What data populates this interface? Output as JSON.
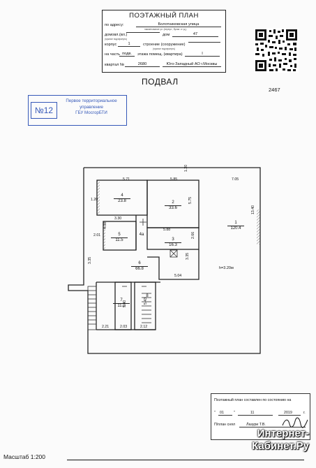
{
  "header": {
    "title": "ПОЭТАЖНЫЙ ПЛАН",
    "address_label": "по адресу:",
    "address_value": "Болотниковская улица",
    "address_note": "наименование ул. (переул., бульв. и т.д.)",
    "house_label": "домовл.(вл.)",
    "house_note": "(нужное подчеркнуть)",
    "dom_label": "дом",
    "dom_value": "47",
    "korpus_label": "корпус",
    "korpus_value": "1",
    "stroenie_label": "строение (сооружение)",
    "stroenie_note": "(нужное подчеркнуть)",
    "part_label": "на часть",
    "part_value": "подв.",
    "floor_label": "этажа помещ. (квартира)",
    "floor_value": "I",
    "kvartal_label": "квартал №",
    "kvartal_value": "2680",
    "district_value": "Юго-Западный АО г.Москвы"
  },
  "floor_name": "ПОДВАЛ",
  "sheet_number": "2467",
  "stamp": {
    "number": "№12",
    "line1": "Первое территориальное",
    "line2": "управление",
    "line3": "ГБУ МосгорБТИ"
  },
  "rooms": [
    {
      "id": "1",
      "area": "120.4"
    },
    {
      "id": "2",
      "area": "33.6"
    },
    {
      "id": "3",
      "area": "16.3"
    },
    {
      "id": "4",
      "area": "23.8"
    },
    {
      "id": "4а",
      "area": ""
    },
    {
      "id": "5",
      "area": "11.5"
    },
    {
      "id": "6",
      "area": "66.8"
    },
    {
      "id": "7",
      "area": "11.0"
    },
    {
      "id": "8",
      "area": ""
    }
  ],
  "dimensions": [
    "5.71",
    "5.85",
    "7.05",
    "1.20",
    "1.20",
    "5.75",
    "13.40",
    "3.30",
    "4.08",
    "2.01",
    "5.88",
    "2.66",
    "3.35",
    "3.35",
    "5.04",
    "5.40",
    "5.43",
    "2.21",
    "2.03",
    "2.12"
  ],
  "height_label": "h=3.20м",
  "note": {
    "line1": "Поэтажный план составлен по состоянию на",
    "day": "01",
    "month": "11",
    "year": "2019",
    "year_suffix": "г.",
    "line3_label": "П/план снял",
    "signer": "Лазури Т.В.",
    "signature_text": "Лазури"
  },
  "scale": "Масштаб 1:200",
  "watermark_line1": "Интернет-",
  "watermark_line2": "Кабинет.Ру"
}
